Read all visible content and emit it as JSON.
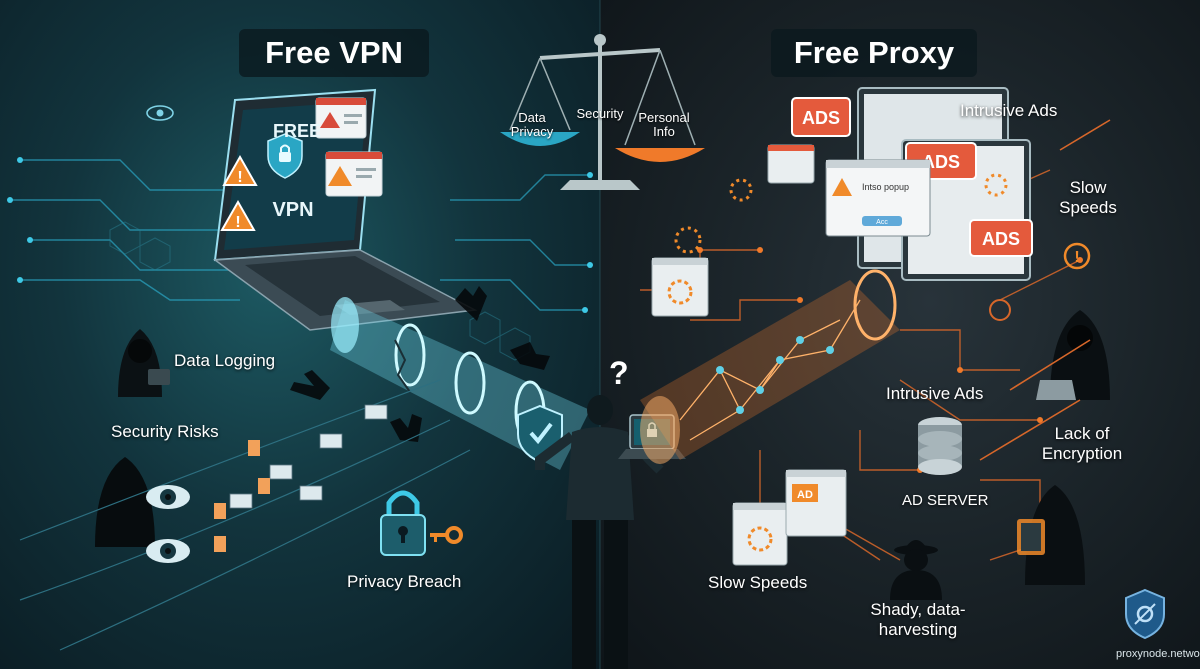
{
  "titles": {
    "left": "Free VPN",
    "right": "Free Proxy"
  },
  "scale": {
    "left_pan": "Data Privacy",
    "center": "Security",
    "right_pan": "Personal Info"
  },
  "laptop": {
    "line1": "FREE",
    "line2": "VPN"
  },
  "popup": {
    "text": "Intso popup",
    "button": "Acc"
  },
  "ads_badge": "ADS",
  "ad_small": "AD",
  "left_labels": {
    "data_logging": "Data Logging",
    "security_risks": "Security Risks",
    "privacy_breach": "Privacy Breach"
  },
  "right_labels": {
    "intrusive_ads_top": "Intrusive Ads",
    "slow_speeds_top": "Slow Speeds",
    "intrusive_ads_mid": "Intrusive Ads",
    "lack_of_encryption": "Lack of Encryption",
    "ad_server": "AD SERVER",
    "slow_speeds_bottom": "Slow Speeds",
    "shady": "Shady, data-harvesting"
  },
  "question_mark": "?",
  "watermark": "proxynode.network",
  "colors": {
    "vpn_accent": "#3ec9e6",
    "proxy_accent": "#f07a2a",
    "warning": "#f08a2a",
    "ads_red": "#e45a3c"
  }
}
